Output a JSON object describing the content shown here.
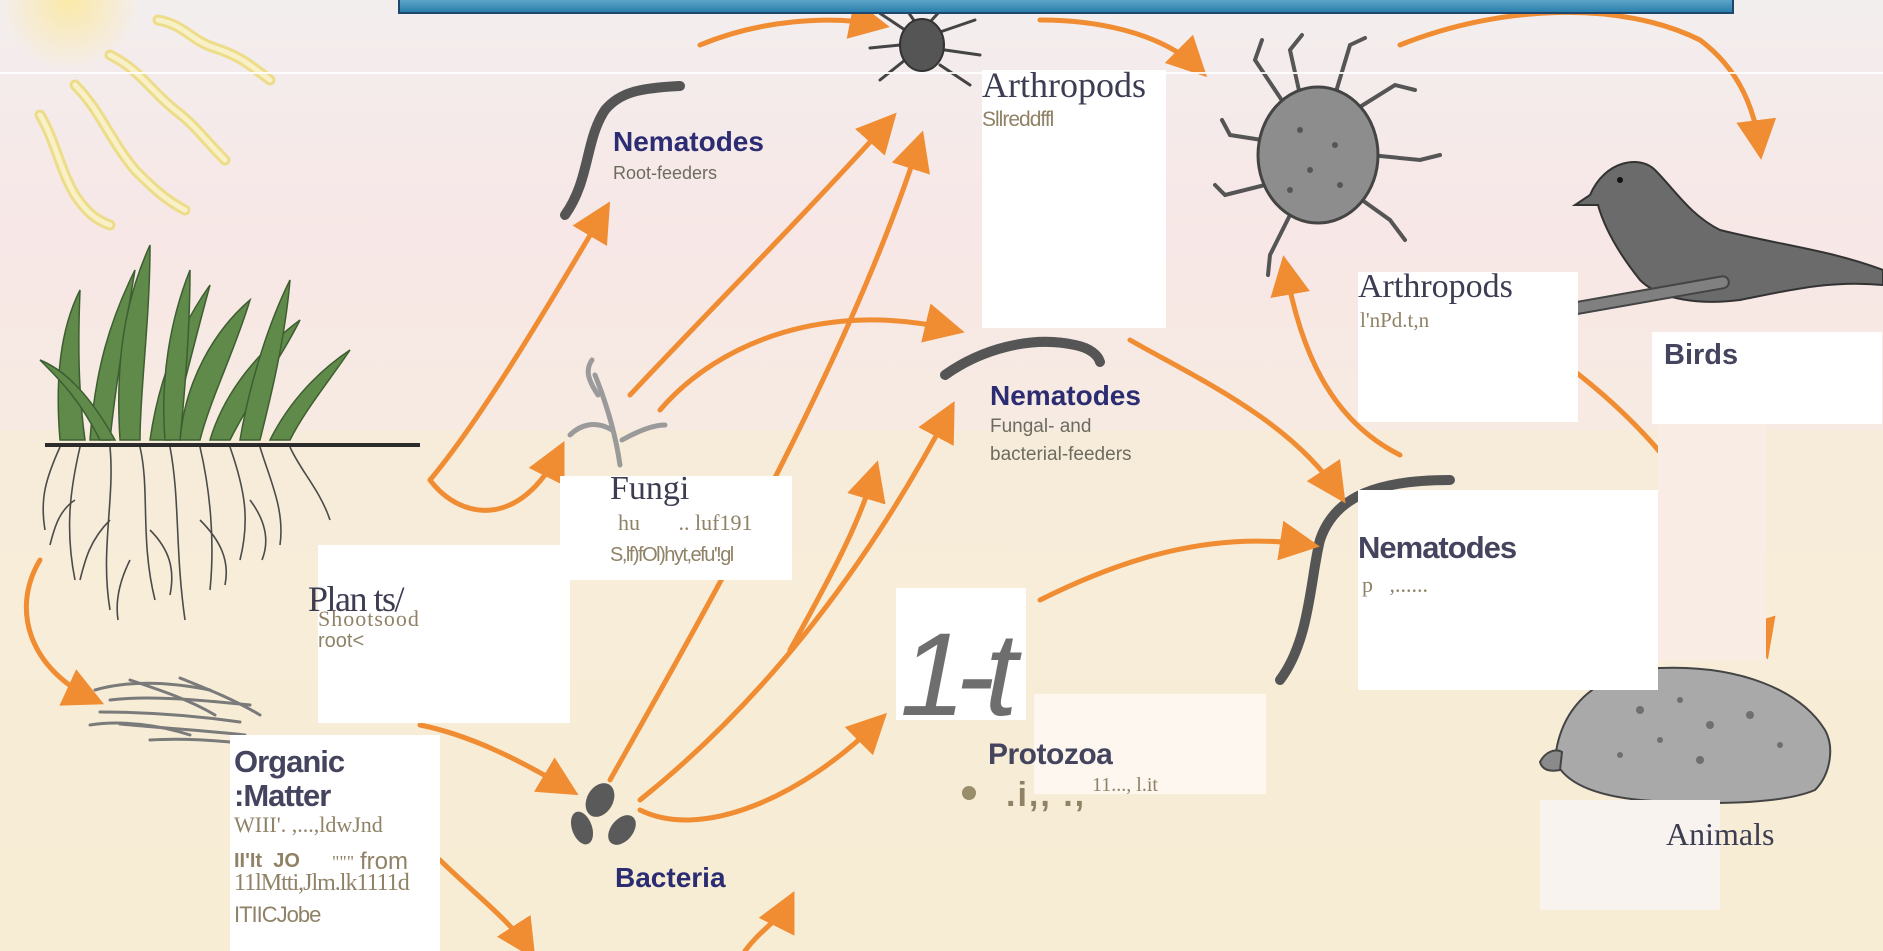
{
  "colors": {
    "arrow": "#f08c32",
    "nematode_label": "#2c2c72",
    "dark_label": "#44445e",
    "sub_label": "#8f8266",
    "title_bar": "#2a7fad"
  },
  "labels": {
    "nematodes_root": {
      "title": "Nematodes",
      "sub": "Root-feeders"
    },
    "arthropods_shredders": {
      "title": "Arthropods",
      "sub": "Sllreddffl"
    },
    "fungi": {
      "title": "Fungi",
      "sub1": "hu       .. luf191",
      "sub2": "S,lf)fOl)hyt,efu'!gl"
    },
    "plants": {
      "title": "Plan ts/",
      "sub1": "Shootsood",
      "sub2": "root<"
    },
    "nematodes_fungal": {
      "title": "Nematodes",
      "sub1": "Fungal- and",
      "sub2": "bacterial-feeders"
    },
    "arthropods_predators": {
      "title": "Arthropods",
      "sub": "l'nPd.t,n"
    },
    "birds": {
      "title": "Birds"
    },
    "nematodes_predators": {
      "title": "Nematodes",
      "sub": "p   ,......"
    },
    "glyph": "1-t",
    "protozoa": {
      "title": "Protozoa",
      "sub1": ".i,, .,",
      "sub2": "11..., l.it"
    },
    "organic_matter": {
      "title1": "Organic",
      "title2": ":Matter",
      "sub1": "WIII'. ,...,ldwJnd",
      "sub2a": "II'It  JO",
      "sub2b": "\"\"\"",
      "sub2c": "from",
      "sub3": "11lMtti,Jlm.lk1111d",
      "sub4": "ITIICJobe"
    },
    "bacteria": {
      "title": "Bacteria"
    },
    "animals": {
      "title": "Animals"
    }
  },
  "icons": [
    "sun-icon",
    "plant-icon",
    "organic-matter-icon",
    "nematode-icon",
    "fungi-icon",
    "mite-icon",
    "bacteria-icon",
    "bird-icon",
    "mole-icon"
  ]
}
